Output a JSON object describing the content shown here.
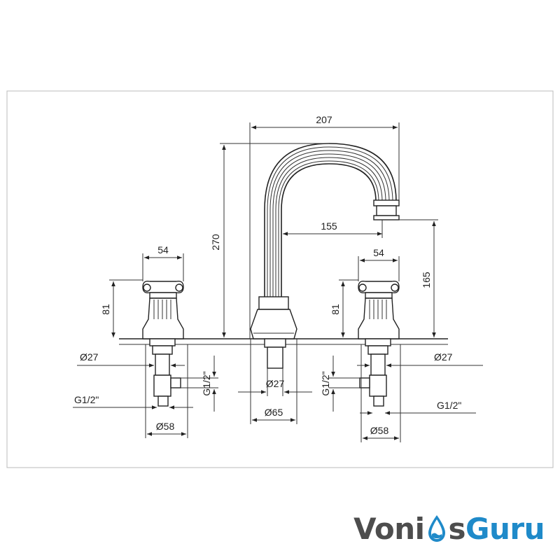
{
  "dimensions": {
    "spout_reach_total": "207",
    "spout_height": "270",
    "spout_reach_inner": "155",
    "spout_outlet_height": "165",
    "left_handle_width": "54",
    "right_handle_width": "54",
    "left_handle_height": "81",
    "right_handle_height": "81",
    "left_shank_diameter": "Ø27",
    "right_shank_diameter": "Ø27",
    "center_shank_diameter": "Ø27",
    "center_base_diameter": "Ø65",
    "left_base_diameter": "Ø58",
    "right_base_diameter": "Ø58",
    "left_thread": "G1/2\"",
    "right_thread": "G1/2\"",
    "left_outlet_thread": "G1/2\"",
    "right_outlet_thread": "G1/2\""
  },
  "logo": {
    "part1": "Voni",
    "part2": "s",
    "part3": "Guru"
  },
  "colors": {
    "logo_gray": "#4d4d4d",
    "logo_blue": "#1f8ac9",
    "line": "#222222"
  }
}
